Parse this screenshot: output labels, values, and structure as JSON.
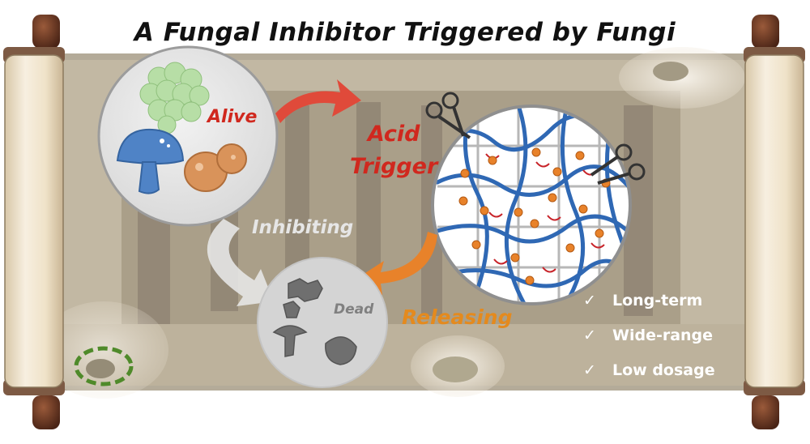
{
  "title": "A Fungal Inhibitor Triggered by Fungi",
  "labels": {
    "alive": "Alive",
    "acid_line1": "Acid",
    "acid_line2": "Trigger",
    "inhibiting": "Inhibiting",
    "dead": "Dead",
    "releasing": "Releasing"
  },
  "features": [
    {
      "check": "✓",
      "label": "Long-term"
    },
    {
      "check": "✓",
      "label": "Wide-range"
    },
    {
      "check": "✓",
      "label": "Low dosage"
    }
  ],
  "colors": {
    "red_text": "#d0281e",
    "orange_text": "#e48a1e",
    "scroll_paper": "#f3e9d6",
    "scroll_knob": "#6b3a26",
    "network_fiber": "#2f68b4",
    "particle": "#e8822a",
    "linker": "#c8242a"
  },
  "icons": [
    "scissors-icon",
    "mushroom-icon",
    "spore-cluster-icon",
    "yeast-cell-icon",
    "dead-fungi-icon",
    "check-icon"
  ]
}
